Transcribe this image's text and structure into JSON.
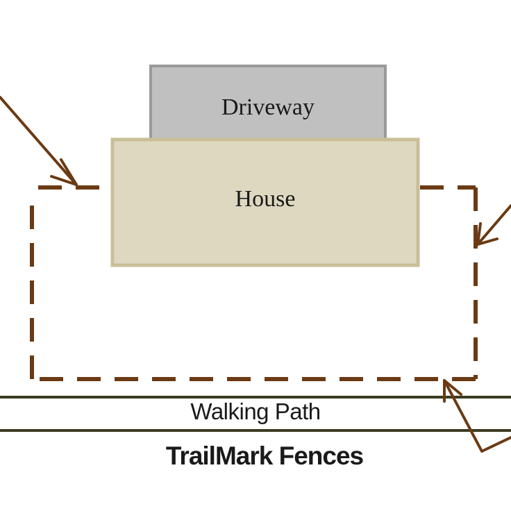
{
  "labels": {
    "driveway": "Driveway",
    "house": "House",
    "walking_path": "Walking Path",
    "brand": "TrailMark Fences"
  },
  "colors": {
    "driveway_fill": "#c0c0c0",
    "driveway_stroke": "#9a9a9a",
    "house_fill": "#ded8c1",
    "house_stroke": "#c9bf98",
    "fence": "#6b3a13",
    "arrow": "#6b3a13",
    "path_line": "#3b3b22"
  }
}
